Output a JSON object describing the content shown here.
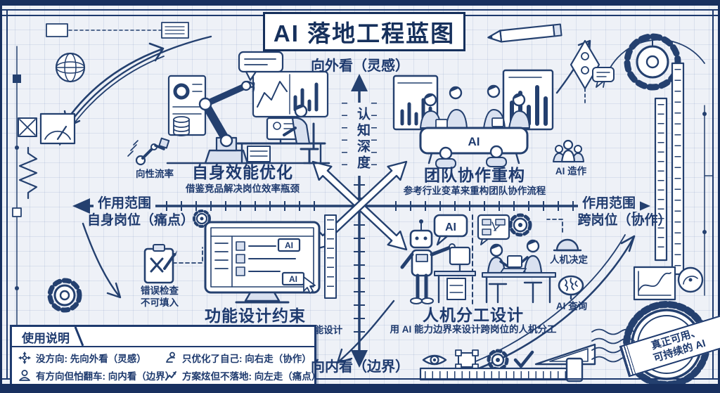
{
  "title": "AI 落地工程蓝图",
  "axes": {
    "top": "向外看（灵感）",
    "bottom": "向内看（边界）",
    "depth": "认知深度",
    "left_line1": "作用范围",
    "left_line2": "自身岗位（痛点）",
    "right_line1": "作用范围",
    "right_line2": "跨岗位（协作）"
  },
  "quadrants": {
    "top_left": {
      "title": "自身效能优化",
      "subtitle": "借鉴竞品解决岗位效率瓶颈"
    },
    "top_right": {
      "title": "团队协作重构",
      "subtitle": "参考行业变革来重构团队协作流程"
    },
    "bottom_left": {
      "title": "功能设计约束",
      "subtitle": "用 AI 能力边界来约束自己岗位的功能设计"
    },
    "bottom_right": {
      "title": "人机分工设计",
      "subtitle": "用 AI 能力边界来设计跨岗位的人机分工"
    }
  },
  "callouts": {
    "top_left": "向性流率",
    "top_right": "AI 造作",
    "bottom_left_line1": "错误检查",
    "bottom_left_line2": "不可填入",
    "bottom_right_1": "人机决定",
    "bottom_right_2": "AI 查询"
  },
  "legend": {
    "title": "使用说明",
    "items": [
      {
        "icon": "move-icon",
        "text": "没方向: 先向外看（灵感）"
      },
      {
        "icon": "self-focus-icon",
        "text": "只优化了自己: 向右走（协作）"
      },
      {
        "icon": "person-bust-icon",
        "text": "有方向但怕翻车: 向内看（边界）"
      },
      {
        "icon": "trend-arrow-icon",
        "text": "方案炫但不落地: 向左走（痛点）"
      }
    ]
  },
  "stamp": {
    "line1": "真正可用、",
    "line2": "可持续的 AI"
  },
  "badges": {
    "team_table": "AI",
    "screen_chip": "AI",
    "screen_button": "AI",
    "robot_bubble": "AI"
  },
  "colors": {
    "ink": "#1e3a6e",
    "paper": "#eef1f7",
    "light_fill": "#d9e1f0",
    "white": "#ffffff"
  }
}
